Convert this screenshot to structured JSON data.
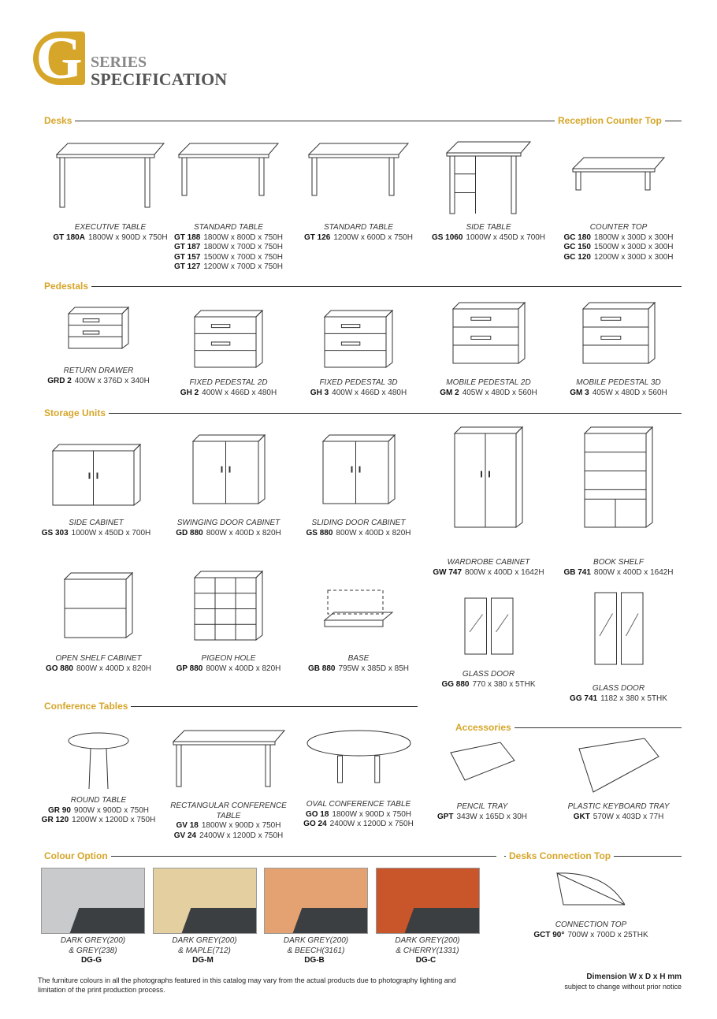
{
  "header": {
    "logo_letter": "G",
    "series": "SERIES",
    "title": "SPECIFICATION"
  },
  "sections": {
    "desks": "Desks",
    "reception": "Reception Counter Top",
    "pedestals": "Pedestals",
    "storage": "Storage Units",
    "conference": "Conference Tables",
    "accessories": "Accessories",
    "colour": "Colour Option",
    "connection": "Desks Connection Top"
  },
  "items": [
    {
      "name": "EXECUTIVE TABLE",
      "specs": [
        [
          "GT 180A",
          "1800W x 900D x 750H"
        ]
      ],
      "icon": "executive-table"
    },
    {
      "name": "STANDARD TABLE",
      "specs": [
        [
          "GT 188",
          "1800W x 800D x 750H"
        ],
        [
          "GT 187",
          "1800W x 700D x 750H"
        ],
        [
          "GT 157",
          "1500W x 700D x 750H"
        ],
        [
          "GT 127",
          "1200W x 700D x 750H"
        ]
      ],
      "icon": "table"
    },
    {
      "name": "STANDARD TABLE",
      "specs": [
        [
          "GT 126",
          "1200W x 600D x 750H"
        ]
      ],
      "icon": "table"
    },
    {
      "name": "SIDE TABLE",
      "specs": [
        [
          "GS 1060",
          "1000W x 450D x 700H"
        ]
      ],
      "icon": "side-table"
    },
    {
      "name": "COUNTER TOP",
      "specs": [
        [
          "GC 180",
          "1800W x 300D x 300H"
        ],
        [
          "GC 150",
          "1500W x 300D x 300H"
        ],
        [
          "GC 120",
          "1200W x 300D x 300H"
        ]
      ],
      "icon": "counter-top"
    },
    {
      "name": "RETURN DRAWER",
      "specs": [
        [
          "GRD 2",
          "400W x 376D x 340H"
        ]
      ],
      "icon": "drawer"
    },
    {
      "name": "FIXED PEDESTAL 2D",
      "specs": [
        [
          "GH 2",
          "400W x 466D x 480H"
        ]
      ],
      "icon": "pedestal"
    },
    {
      "name": "FIXED PEDESTAL 3D",
      "specs": [
        [
          "GH 3",
          "400W x 466D x 480H"
        ]
      ],
      "icon": "pedestal"
    },
    {
      "name": "MOBILE PEDESTAL 2D",
      "specs": [
        [
          "GM 2",
          "405W x 480D x 560H"
        ]
      ],
      "icon": "pedestal"
    },
    {
      "name": "MOBILE PEDESTAL 3D",
      "specs": [
        [
          "GM 3",
          "405W x 480D x 560H"
        ]
      ],
      "icon": "pedestal"
    },
    {
      "name": "SIDE CABINET",
      "specs": [
        [
          "GS 303",
          "1000W x 450D x 700H"
        ]
      ],
      "icon": "cabinet"
    },
    {
      "name": "SWINGING DOOR CABINET",
      "specs": [
        [
          "GD 880",
          "800W x 400D x 820H"
        ]
      ],
      "icon": "cabinet"
    },
    {
      "name": "SLIDING DOOR CABINET",
      "specs": [
        [
          "GS 880",
          "800W x 400D x 820H"
        ]
      ],
      "icon": "cabinet"
    },
    {
      "name": "WARDROBE CABINET",
      "specs": [
        [
          "GW 747",
          "800W x 400D x 1642H"
        ]
      ],
      "icon": "wardrobe"
    },
    {
      "name": "BOOK SHELF",
      "specs": [
        [
          "GB 741",
          "800W x 400D x 1642H"
        ]
      ],
      "icon": "bookshelf"
    },
    {
      "name": "OPEN SHELF CABINET",
      "specs": [
        [
          "GO 880",
          "800W x 400D x 820H"
        ]
      ],
      "icon": "shelf"
    },
    {
      "name": "PIGEON HOLE",
      "specs": [
        [
          "GP 880",
          "800W x 400D x 820H"
        ]
      ],
      "icon": "pigeon-hole"
    },
    {
      "name": "BASE",
      "specs": [
        [
          "GB 880",
          "795W x 385D x 85H"
        ]
      ],
      "icon": "base"
    },
    {
      "name": "GLASS DOOR",
      "specs": [
        [
          "GG 880",
          "770 x 380 x 5THK"
        ]
      ],
      "icon": "glass-door"
    },
    {
      "name": "GLASS DOOR",
      "specs": [
        [
          "GG 741",
          "1182 x 380 x 5THK"
        ]
      ],
      "icon": "glass-door"
    },
    {
      "name": "ROUND TABLE",
      "specs": [
        [
          "GR 90",
          "900W x 900D x 750H"
        ],
        [
          "GR 120",
          "1200W x 1200D x 750H"
        ]
      ],
      "icon": "round-table"
    },
    {
      "name": "RECTANGULAR CONFERENCE TABLE",
      "specs": [
        [
          "GV 18",
          "1800W x 900D x 750H"
        ],
        [
          "GV 24",
          "2400W x 1200D x 750H"
        ]
      ],
      "icon": "table"
    },
    {
      "name": "OVAL CONFERENCE TABLE",
      "specs": [
        [
          "GO 18",
          "1800W x 900D x 750H"
        ],
        [
          "GO 24",
          "2400W x 1200D x 750H"
        ]
      ],
      "icon": "oval-table"
    },
    {
      "name": "PENCIL TRAY",
      "specs": [
        [
          "GPT",
          "343W x 165D x 30H"
        ]
      ],
      "icon": "pencil-tray"
    },
    {
      "name": "PLASTIC KEYBOARD TRAY",
      "specs": [
        [
          "GKT",
          "570W x 403D x 77H"
        ]
      ],
      "icon": "keyboard-tray"
    },
    {
      "name": "CONNECTION TOP",
      "specs": [
        [
          "GCT 90°",
          "700W x 700D x 25THK"
        ]
      ],
      "icon": "connection-top"
    }
  ],
  "colours": [
    {
      "line1": "DARK GREY(200)",
      "line2": "& GREY(238)",
      "code": "DG-G",
      "color": "#c9cacc"
    },
    {
      "line1": "DARK GREY(200)",
      "line2": "& MAPLE(712)",
      "code": "DG-M",
      "color": "#e3cf9f"
    },
    {
      "line1": "DARK GREY(200)",
      "line2": "& BEECH(3161)",
      "code": "DG-B",
      "color": "#e4a272"
    },
    {
      "line1": "DARK GREY(200)",
      "line2": "& CHERRY(1331)",
      "code": "DG-C",
      "color": "#c9552a"
    }
  ],
  "footer": {
    "disclaimer": "The furniture colours in all the photographs featured in this catalog may vary from the actual products due to photography lighting and limitation of the print production process.",
    "dimension": "Dimension W x D x H mm",
    "note": "subject to change without prior notice"
  },
  "accent": "#d6a62a"
}
